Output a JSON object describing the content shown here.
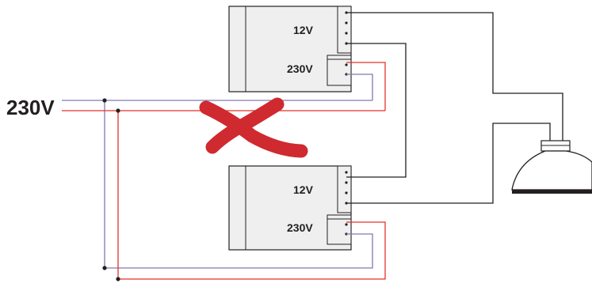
{
  "diagram": {
    "mains_label": "230V",
    "transformers": [
      {
        "output_label": "12V",
        "input_label": "230V"
      },
      {
        "output_label": "12V",
        "input_label": "230V"
      }
    ]
  },
  "colors": {
    "phase_wire": "#e4322b",
    "neutral_wire": "#7e7bb5",
    "output_wire": "#231f20",
    "cross_mark": "#cf2a2f",
    "box_fill": "#efefef",
    "box_stroke": "#231f20",
    "lamp_fill": "#ffffff",
    "lamp_stroke": "#231f20"
  },
  "icons": {
    "cross": "x-cross-icon",
    "lamp": "halogen-lamp-icon"
  }
}
